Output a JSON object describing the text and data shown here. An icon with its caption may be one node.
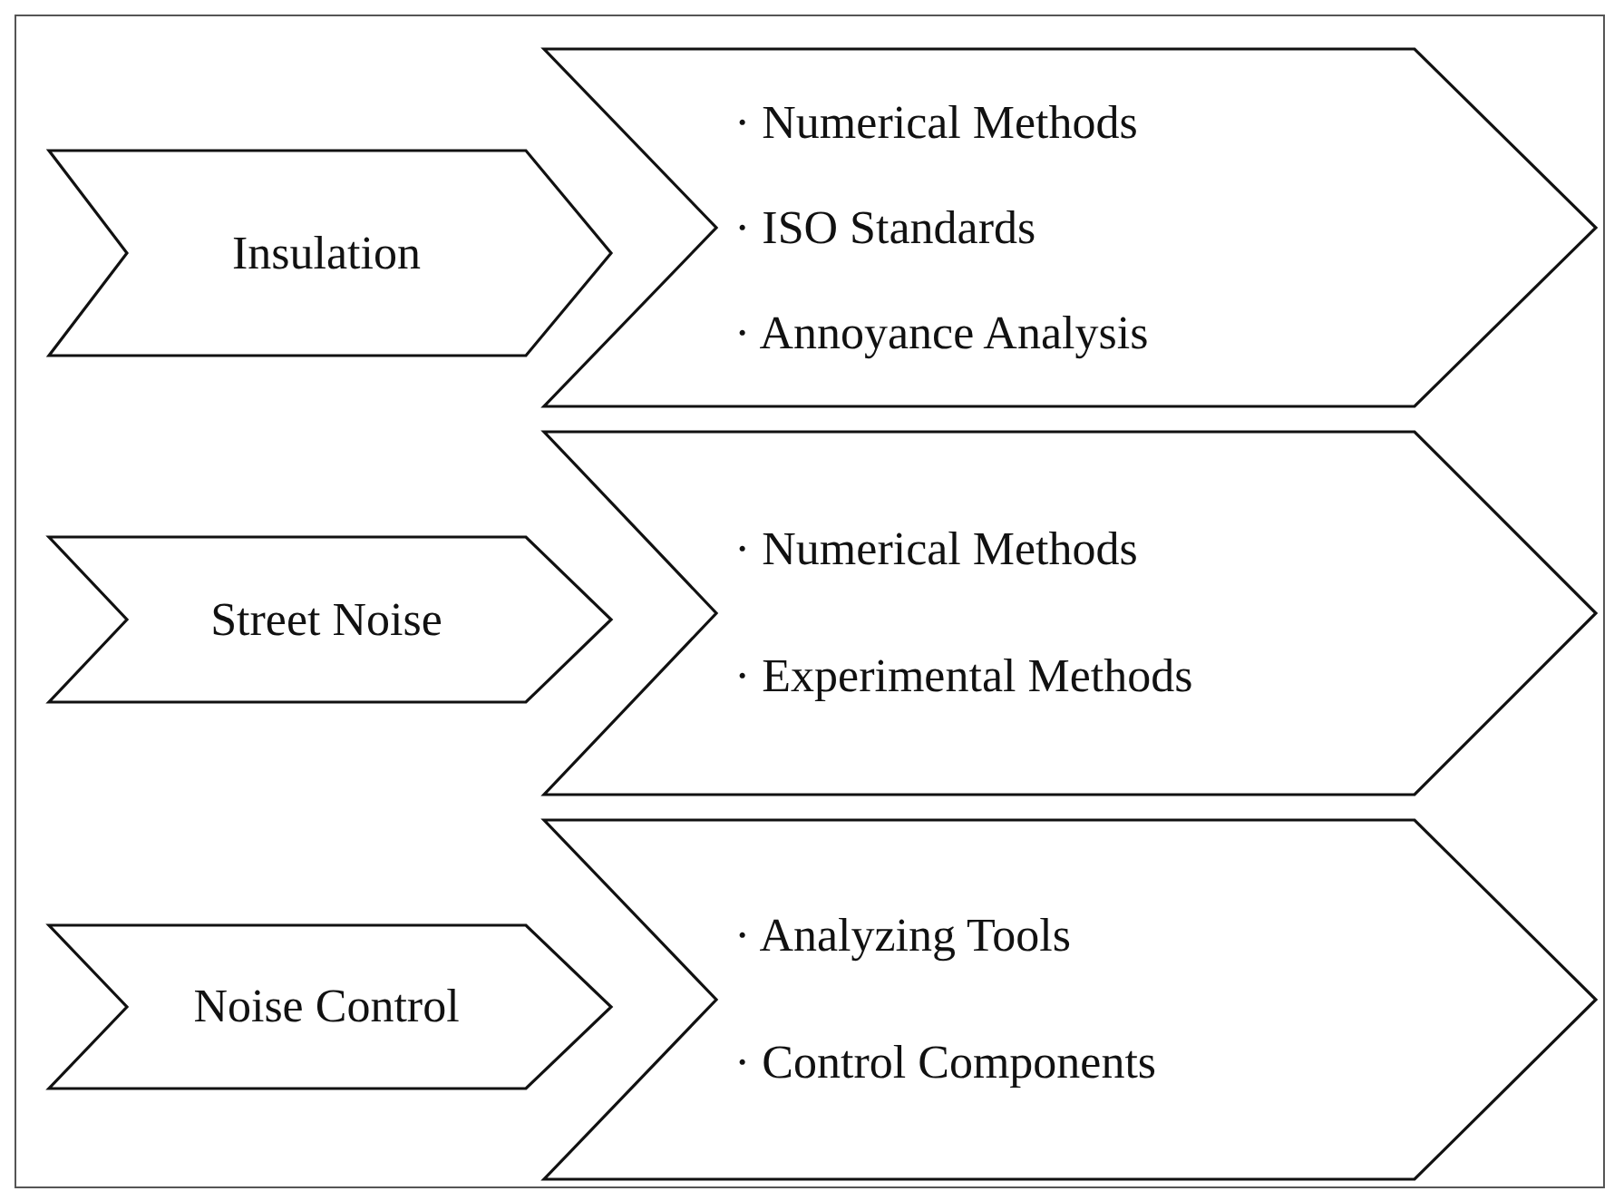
{
  "diagram": {
    "nodes": [
      {
        "text": [
          "Insulation"
        ]
      },
      {
        "text": [
          "· Numerical Methods",
          "· ISO Standards",
          "· Annoyance Analysis"
        ]
      },
      {
        "text": [
          "Street Noise"
        ]
      },
      {
        "text": [
          "· Numerical Methods",
          "· Experimental Methods"
        ]
      },
      {
        "text": [
          "Noise Control"
        ]
      },
      {
        "text": [
          "· Analyzing Tools",
          "· Control Components"
        ]
      }
    ]
  }
}
